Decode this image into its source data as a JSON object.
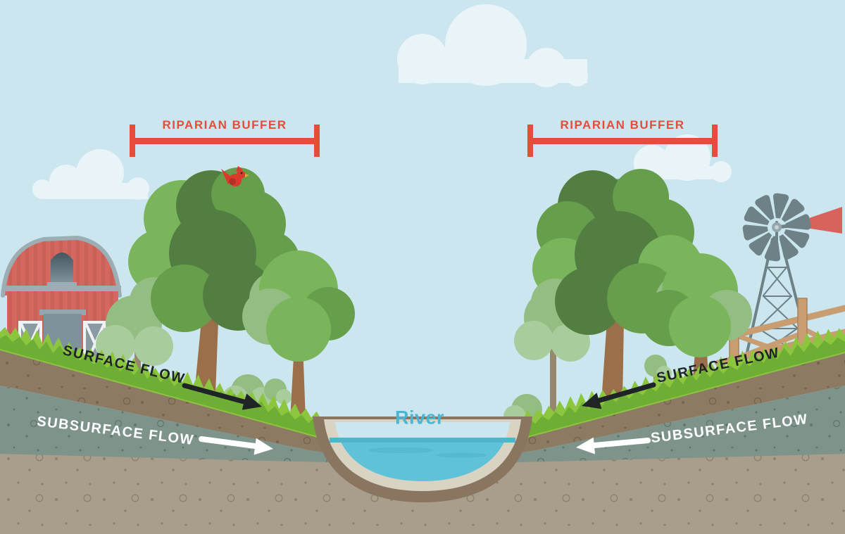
{
  "labels": {
    "riparian_buffer_left": "RIPARIAN BUFFER",
    "riparian_buffer_right": "RIPARIAN BUFFER",
    "surface_flow_left": "SURFACE FLOW",
    "surface_flow_right": "SURFACE FLOW",
    "subsurface_flow_left": "SUBSURFACE FLOW",
    "subsurface_flow_right": "SUBSURFACE FLOW",
    "river": "River"
  },
  "colors": {
    "sky": "#cbe6ee",
    "cloud": "#e9f4f8",
    "accent_red": "#e64c3c",
    "grass": "#8cc63f",
    "grass_dark": "#6fae35",
    "topsoil_brown": "#8d7a62",
    "subsoil_gray_green": "#7e948b",
    "deep_soil_tan": "#a99d8b",
    "river_bank_brown": "#8a7660",
    "sand": "#d9d3c3",
    "water_blue": "#5fc2d7",
    "river_label_blue": "#4ab6d3",
    "flow_label_dark": "#1f2427",
    "flow_label_light": "#ffffff",
    "barn_red": "#d5685e",
    "roof_gray": "#9cadb4",
    "trunk_brown": "#9a6f49",
    "canopy_dark": "#527f41",
    "canopy_mid": "#679e4c",
    "canopy_bright": "#7ab55c",
    "canopy_sage": "#93bd82",
    "canopy_pale": "#a9cc9d",
    "windmill_gray": "#6d8187",
    "fence_wood": "#c99d72",
    "bird_red": "#d93a2b",
    "vane_red": "#d7635a"
  }
}
